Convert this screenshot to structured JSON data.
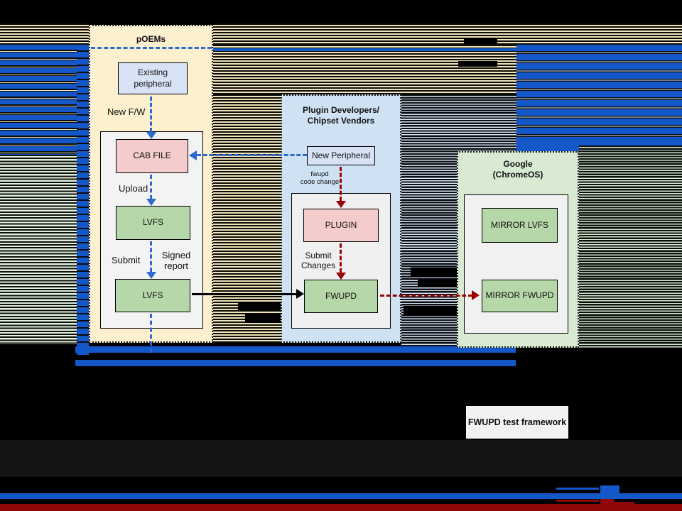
{
  "poems": {
    "label": "pOEMs",
    "existing_l1": "Existing",
    "existing_l2": "peripheral",
    "cab_file": "CAB FILE",
    "lvfs_upload": "LVFS",
    "lvfs_submit": "LVFS",
    "new_fw": "New F/W",
    "upload": "Upload",
    "submit": "Submit",
    "signed_l1": "Signed",
    "signed_l2": "report"
  },
  "plugin_devs": {
    "label_l1": "Plugin Developers/",
    "label_l2": "Chipset Vendors",
    "new_peripheral": "New Peripheral",
    "fwupd_change_l1": "fwupd",
    "fwupd_change_l2": "code change",
    "plugin": "PLUGIN",
    "fwupd": "FWUPD",
    "submit_changes_l1": "Submit",
    "submit_changes_l2": "Changes"
  },
  "google": {
    "label_l1": "Google",
    "label_l2": "(ChromeOS)",
    "mirror_lvfs": "MIRROR LVFS",
    "mirror_fwupd": "MIRROR FWUPD"
  },
  "test_framework": {
    "label": "FWUPD test framework"
  },
  "colors": {
    "solid_blue_bar": "#1457c8",
    "dashed_blue_arrow": "#2e69cf",
    "dark_red_arrow": "#990000",
    "bottom_red_bar": "#8e0808",
    "poems_fill": "#fcf0cf",
    "plugin_container_fill": "#cfe2f3",
    "google_container_fill": "#d9ead3",
    "pink_box": "#f4cccc",
    "green_box": "#b6d7a8",
    "blue_box": "#d7e2f4",
    "inner_panel": "#f3f3f3",
    "test_framework_fill": "#f2f2f2"
  }
}
